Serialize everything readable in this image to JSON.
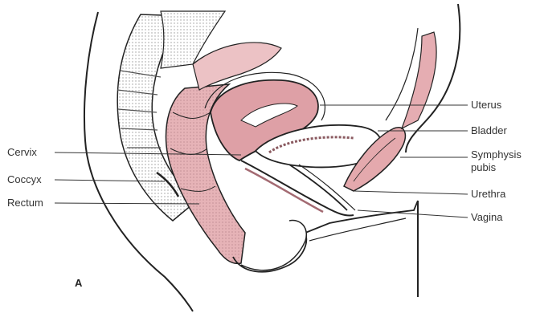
{
  "labels": {
    "cervix": "Cervix",
    "coccyx": "Coccyx",
    "rectum": "Rectum",
    "uterus": "Uterus",
    "bladder": "Bladder",
    "symphysis_line1": "Symphysis",
    "symphysis_line2": "pubis",
    "urethra": "Urethra",
    "vagina": "Vagina",
    "panel": "A"
  },
  "colors": {
    "line": "#222222",
    "tissue_pink": "#e8b4b8",
    "tissue_dark": "#c98a92",
    "stipple": "#bdbdbd",
    "background": "#ffffff"
  }
}
